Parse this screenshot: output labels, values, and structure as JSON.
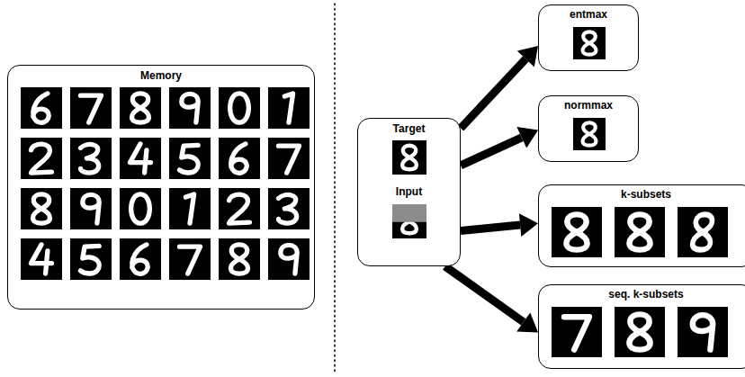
{
  "diagram": {
    "nodes": [
      {
        "text": [
          "Memory"
        ]
      },
      {
        "text": [
          "Target",
          "Input"
        ]
      },
      {
        "text": [
          "entmax"
        ]
      },
      {
        "text": [
          "normmax"
        ]
      },
      {
        "text": [
          "k-subsets"
        ]
      },
      {
        "text": [
          "seq. k-subsets"
        ]
      }
    ],
    "edges": [
      {
        "from": 1,
        "to": 2,
        "arrow": "to"
      },
      {
        "from": 1,
        "to": 3,
        "arrow": "to"
      },
      {
        "from": 1,
        "to": 4,
        "arrow": "to"
      },
      {
        "from": 1,
        "to": 5,
        "arrow": "to"
      }
    ]
  }
}
